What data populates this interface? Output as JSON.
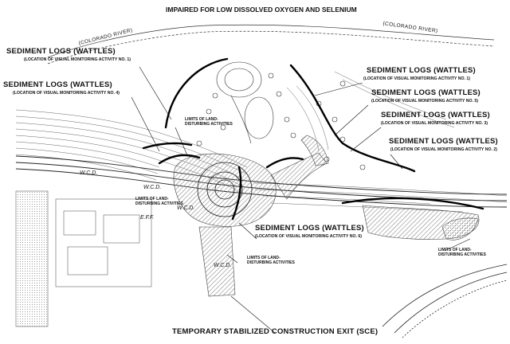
{
  "title": "IMPAIRED FOR LOW DISSOLVED OXYGEN AND SELENIUM",
  "river_label": "(COLORADO RIVER)",
  "sediment_title": "SEDIMENT LOGS (WATTLES)",
  "activity_labels": [
    "(LOCATION OF VISUAL MONITORING ACTIVITY NO. 1)",
    "(LOCATION OF VISUAL MONITORING ACTIVITY NO. 4)",
    "(LOCATION OF VISUAL MONITORING ACTIVITY NO. 1)",
    "(LOCATION OF VISUAL MONITORING ACTIVITY NO. 5)",
    "(LOCATION OF VISUAL MONITORING ACTIVITY NO. 3)",
    "(LOCATION OF VISUAL MONITORING ACTIVITY NO. 2)",
    "(LOCATION OF VISUAL MONITORING ACTIVITY NO. 6)"
  ],
  "lod_line1": "LIMITS OF LAND-",
  "lod_line2": "DISTURBING ACTIVITIES",
  "marks": {
    "wcd": "W.C.D.",
    "eff": "E.F.F."
  },
  "footer": "TEMPORARY STABILIZED CONSTRUCTION EXIT (SCE)",
  "colors": {
    "line": "#111111",
    "hatch": "#9a9a9a",
    "fill": "#cfcfcf",
    "background": "#ffffff"
  }
}
